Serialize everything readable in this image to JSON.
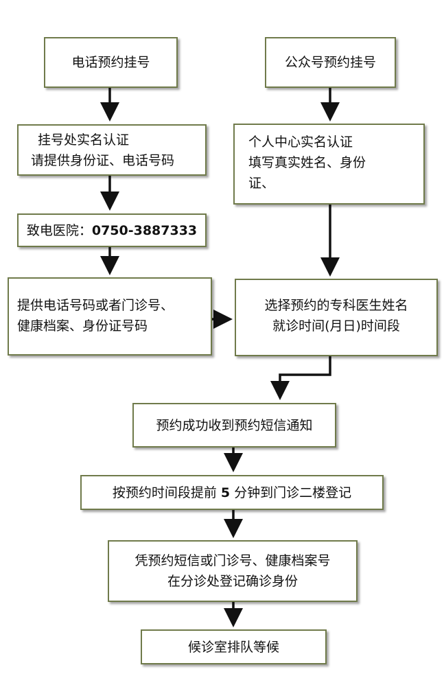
{
  "left": {
    "phone_booking": "电话预约挂号",
    "register_verify": [
      "挂号处实名认证",
      "请提供身份证、电话号码"
    ],
    "call_hospital": {
      "prefix": "致电医院：",
      "phone": "0750-3887333"
    },
    "provide_info": [
      "提供电话号码或者门诊号、",
      "健康档案、身份证号码"
    ]
  },
  "right": {
    "wechat_booking": "公众号预约挂号",
    "personal_center": [
      "个人中心实名认证",
      "填写真实姓名、身份",
      "证、"
    ],
    "select_doctor": [
      "选择预约的专科医生姓名",
      "就诊时间(月日)时间段"
    ]
  },
  "flow": {
    "booking_success": "预约成功收到预约短信通知",
    "arrive_early": {
      "before": "按预约时间段提前 ",
      "minutes": "5",
      "after": " 分钟到门诊二楼登记"
    },
    "confirm_identity": [
      "凭预约短信或门诊号、健康档案号",
      "在分诊处登记确诊身份"
    ],
    "wait": "候诊室排队等候"
  }
}
